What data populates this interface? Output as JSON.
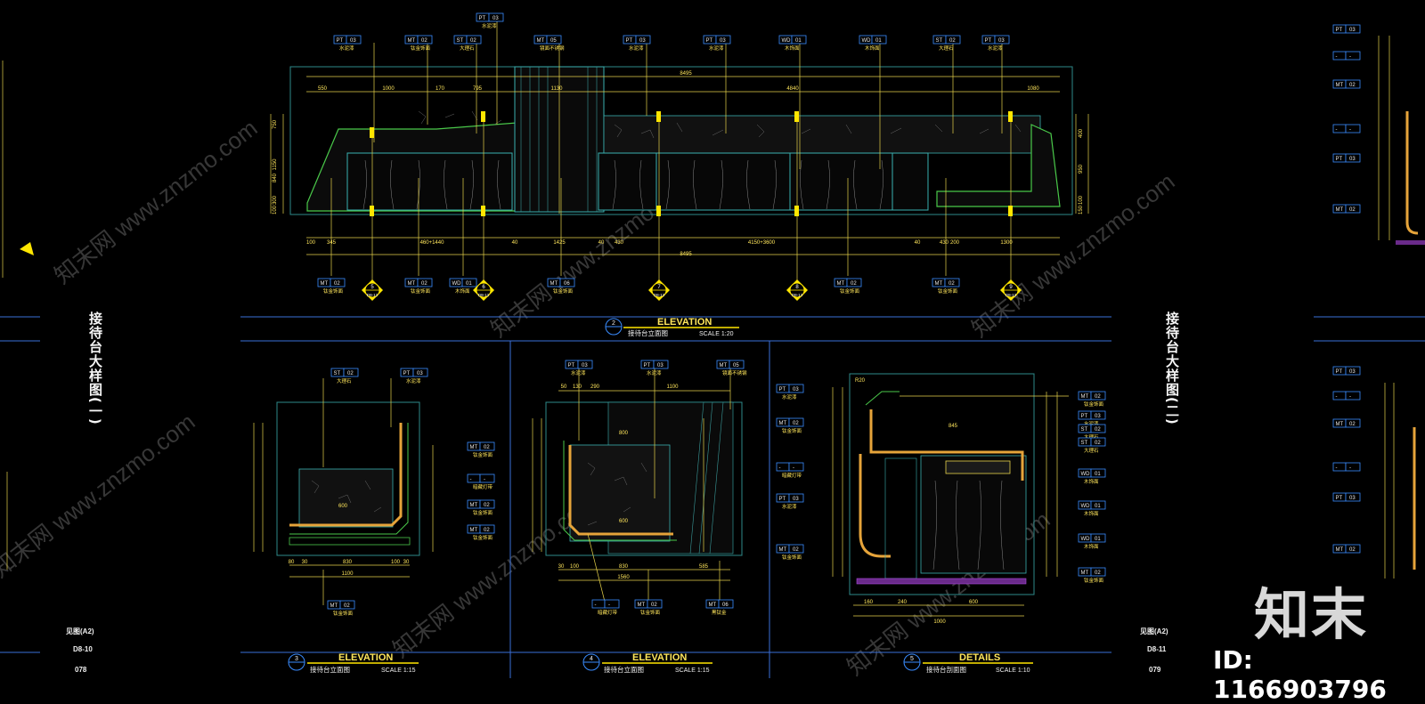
{
  "main_elevation": {
    "top_tags": [
      {
        "code": "PT",
        "num": "03",
        "sub": "水泥漆"
      },
      {
        "code": "MT",
        "num": "02",
        "sub": "钛金饰面"
      },
      {
        "code": "ST",
        "num": "02",
        "sub": "大理石"
      },
      {
        "code": "PT",
        "num": "03",
        "sub": "水泥漆"
      },
      {
        "code": "MT",
        "num": "05",
        "sub": "镜面不锈钢"
      },
      {
        "code": "PT",
        "num": "03",
        "sub": "水泥漆"
      },
      {
        "code": "PT",
        "num": "03",
        "sub": "水泥漆"
      },
      {
        "code": "WD",
        "num": "01",
        "sub": "木饰面"
      },
      {
        "code": "WD",
        "num": "01",
        "sub": "木饰面"
      },
      {
        "code": "ST",
        "num": "02",
        "sub": "大理石"
      },
      {
        "code": "PT",
        "num": "03",
        "sub": "水泥漆"
      }
    ],
    "bottom_tags": [
      {
        "code": "MT",
        "num": "02",
        "sub": "钛金饰面"
      },
      {
        "code": "MT",
        "num": "02",
        "sub": "钛金饰面"
      },
      {
        "code": "WD",
        "num": "01",
        "sub": "木饰面"
      },
      {
        "code": "MT",
        "num": "06",
        "sub": "钛金饰面"
      },
      {
        "code": "MT",
        "num": "02",
        "sub": "钛金饰面"
      },
      {
        "code": "MT",
        "num": "02",
        "sub": "钛金饰面"
      }
    ],
    "overall_dim": "8495",
    "top_dims": [
      "550",
      "1000",
      "170",
      "795",
      "1130",
      "4840",
      "1080"
    ],
    "bottom_dims": [
      "100",
      "345",
      "460+1440",
      "40",
      "1425",
      "40",
      "430",
      "4150+3600",
      "40",
      "430",
      "200",
      "1300"
    ],
    "overall_dim_bottom": "8495",
    "left_dims": [
      "750",
      "1150",
      "840",
      "300",
      "100"
    ],
    "right_dims": [
      "400",
      "950",
      "100",
      "150"
    ],
    "section_markers": [
      {
        "num": "5",
        "ref": "D8-12"
      },
      {
        "num": "6",
        "ref": "D8-12"
      },
      {
        "num": "7",
        "ref": "D8-13"
      },
      {
        "num": "8",
        "ref": "D8-13"
      },
      {
        "num": "9",
        "ref": "D8-13"
      }
    ],
    "title": "ELEVATION",
    "subtitle": "接待台立面图",
    "scale": "SCALE 1:20",
    "number": "2"
  },
  "panel3": {
    "title": "ELEVATION",
    "subtitle": "接待台立面图",
    "scale": "SCALE 1:15",
    "number": "3",
    "tags_top": [
      {
        "code": "ST",
        "num": "02",
        "sub": "大理石"
      },
      {
        "code": "PT",
        "num": "03",
        "sub": "水泥漆"
      }
    ],
    "tags_right": [
      {
        "code": "MT",
        "num": "02",
        "sub": "钛金饰面"
      },
      {
        "code": "-",
        "num": "-",
        "sub": "暗藏灯带"
      },
      {
        "code": "MT",
        "num": "02",
        "sub": "钛金饰面"
      },
      {
        "code": "MT",
        "num": "02",
        "sub": "钛金饰面"
      }
    ],
    "tag_bottom": {
      "code": "MT",
      "num": "02",
      "sub": "钛金饰面"
    },
    "dims_bottom": [
      "80",
      "30",
      "830",
      "100",
      "30"
    ],
    "dim_total": "1100",
    "dim_inner": "600"
  },
  "panel4": {
    "title": "ELEVATION",
    "subtitle": "接待台立面图",
    "scale": "SCALE 1:15",
    "number": "4",
    "tags_top": [
      {
        "code": "PT",
        "num": "03",
        "sub": "水泥漆"
      },
      {
        "code": "PT",
        "num": "03",
        "sub": "水泥漆"
      },
      {
        "code": "MT",
        "num": "05",
        "sub": "镜面不锈钢"
      }
    ],
    "tags_bottom": [
      {
        "code": "-",
        "num": "-",
        "sub": "暗藏灯带"
      },
      {
        "code": "MT",
        "num": "02",
        "sub": "钛金饰面"
      },
      {
        "code": "MT",
        "num": "06",
        "sub": "黑钛金"
      }
    ],
    "dims_top": [
      "50",
      "130",
      "290",
      "1100"
    ],
    "dims_bottom": [
      "30",
      "100",
      "830",
      "585"
    ],
    "dim_total": "1560",
    "dim_inner": "600",
    "dim_inner2": "800"
  },
  "panel5": {
    "title": "DETAILS",
    "subtitle": "接待台剖面图",
    "scale": "SCALE 1:10",
    "number": "5",
    "tags_left": [
      {
        "code": "PT",
        "num": "03",
        "sub": "水泥漆"
      },
      {
        "code": "MT",
        "num": "02",
        "sub": "钛金饰面"
      },
      {
        "code": "-",
        "num": "-",
        "sub": "暗藏灯带"
      },
      {
        "code": "PT",
        "num": "03",
        "sub": "水泥漆"
      },
      {
        "code": "MT",
        "num": "02",
        "sub": "钛金饰面"
      }
    ],
    "tags_right": [
      {
        "code": "MT",
        "num": "02",
        "sub": "钛金饰面"
      },
      {
        "code": "PT",
        "num": "03",
        "sub": "水泥漆"
      },
      {
        "code": "ST",
        "num": "02",
        "sub": "大理石"
      },
      {
        "code": "ST",
        "num": "02",
        "sub": "大理石"
      },
      {
        "code": "WD",
        "num": "01",
        "sub": "木饰面"
      },
      {
        "code": "WD",
        "num": "01",
        "sub": "木饰面"
      },
      {
        "code": "WD",
        "num": "01",
        "sub": "木饰面"
      },
      {
        "code": "MT",
        "num": "02",
        "sub": "钛金饰面"
      }
    ],
    "dims_bottom": [
      "160",
      "240",
      "600"
    ],
    "dim_total": "1000",
    "dim_top": "R20",
    "dim_inner": "845"
  },
  "side_titles": {
    "left": "接待台大样图(一)",
    "right": "接待台大样图(二)"
  },
  "sheet_left": {
    "label": "见图(A2)",
    "code": "D8-10",
    "page": "078"
  },
  "sheet_right": {
    "label": "见图(A2)",
    "code": "D8-11",
    "page": "079"
  },
  "right_strip_tags": [
    {
      "code": "PT",
      "num": "03"
    },
    {
      "code": "-",
      "num": "-"
    },
    {
      "code": "MT",
      "num": "02"
    },
    {
      "code": "-",
      "num": "-"
    },
    {
      "code": "PT",
      "num": "03"
    },
    {
      "code": "MT",
      "num": "02"
    },
    {
      "code": "PT",
      "num": "03"
    },
    {
      "code": "-",
      "num": "-"
    },
    {
      "code": "MT",
      "num": "02"
    },
    {
      "code": "-",
      "num": "-"
    },
    {
      "code": "PT",
      "num": "03"
    },
    {
      "code": "MT",
      "num": "02"
    }
  ],
  "watermark": "知末网 www.znzmo.com",
  "brand_logo": "知末",
  "id_label": "ID: 1166903796"
}
